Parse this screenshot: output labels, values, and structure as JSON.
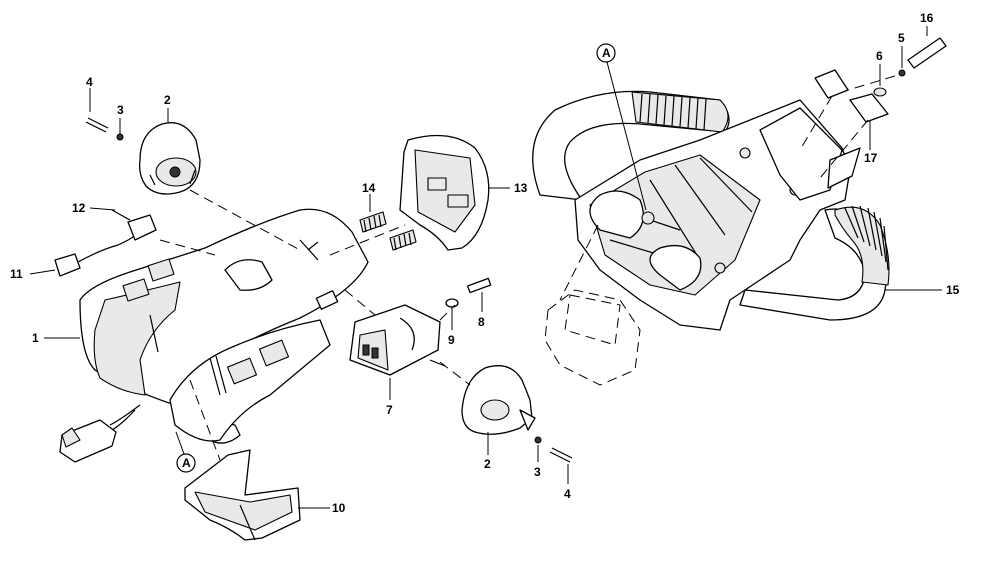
{
  "callouts": {
    "c1": "1",
    "c2a": "2",
    "c2b": "2",
    "c3a": "3",
    "c3b": "3",
    "c4a": "4",
    "c4b": "4",
    "c5": "5",
    "c6": "6",
    "c7": "7",
    "c8": "8",
    "c9": "9",
    "c10": "10",
    "c11": "11",
    "c12": "12",
    "c13": "13",
    "c14": "14",
    "c15": "15",
    "c16": "16",
    "c17": "17",
    "refA1": "A",
    "refA2": "A"
  }
}
